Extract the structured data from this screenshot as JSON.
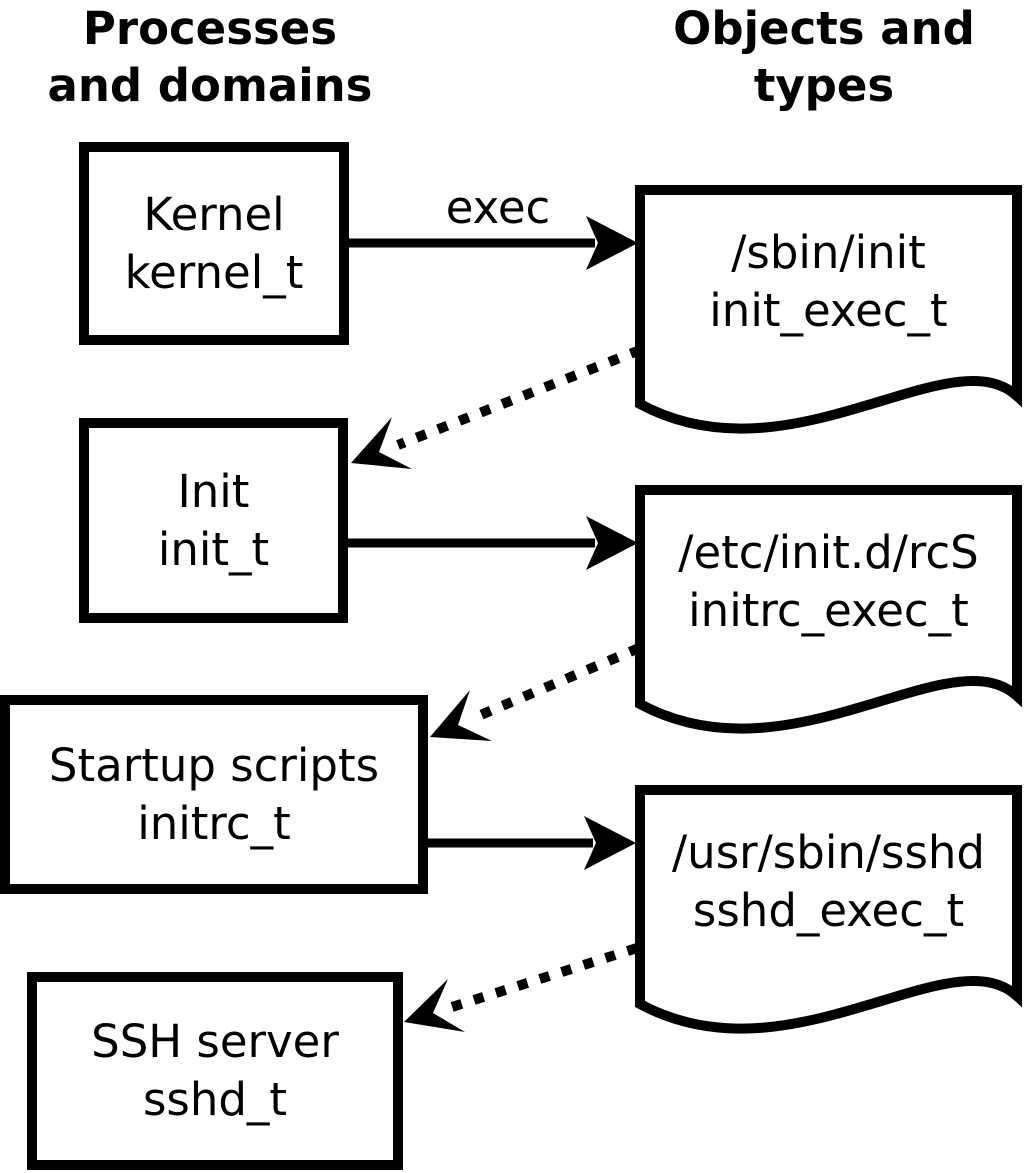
{
  "headers": {
    "left": {
      "line1": "Processes",
      "line2": "and domains"
    },
    "right": {
      "line1": "Objects and",
      "line2": "types"
    }
  },
  "processes": [
    {
      "name": "Kernel",
      "domain": "kernel_t"
    },
    {
      "name": "Init",
      "domain": "init_t"
    },
    {
      "name": "Startup scripts",
      "domain": "initrc_t"
    },
    {
      "name": "SSH server",
      "domain": "sshd_t"
    }
  ],
  "objects": [
    {
      "path": "/sbin/init",
      "type": "init_exec_t"
    },
    {
      "path": "/etc/init.d/rcS",
      "type": "initrc_exec_t"
    },
    {
      "path": "/usr/sbin/sshd",
      "type": "sshd_exec_t"
    }
  ],
  "edges": [
    {
      "from": "kernel_t",
      "to": "init_exec_t",
      "style": "solid",
      "label": "exec"
    },
    {
      "from": "init_exec_t",
      "to": "init_t",
      "style": "dotted"
    },
    {
      "from": "init_t",
      "to": "initrc_exec_t",
      "style": "solid"
    },
    {
      "from": "initrc_exec_t",
      "to": "initrc_t",
      "style": "dotted"
    },
    {
      "from": "initrc_t",
      "to": "sshd_exec_t",
      "style": "solid"
    },
    {
      "from": "sshd_exec_t",
      "to": "sshd_t",
      "style": "dotted"
    }
  ],
  "colors": {
    "foreground": "#000000",
    "background": "#ffffff"
  }
}
